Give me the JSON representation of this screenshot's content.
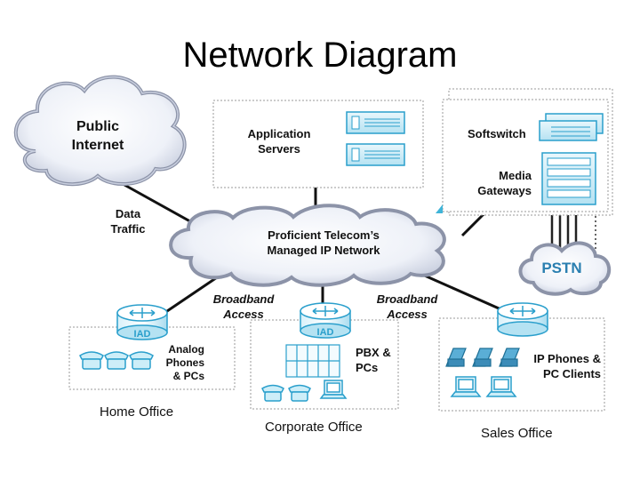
{
  "title": "Network Diagram",
  "internet": {
    "label": "Public\nInternet",
    "link_label": "Data\nTraffic"
  },
  "app_servers": {
    "label": "Application\nServers"
  },
  "softswitch": {
    "label": "Softswitch"
  },
  "media_gateways": {
    "label": "Media\nGateways"
  },
  "pstn": {
    "label": "PSTN"
  },
  "core": {
    "label": "Proficient Telecom’s\nManaged IP Network"
  },
  "links": {
    "broadband_left": "Broadband\nAccess",
    "broadband_right": "Broadband\nAccess"
  },
  "home_office": {
    "device": "IAD",
    "devices_label": "Analog\nPhones\n& PCs",
    "name": "Home Office"
  },
  "corporate_office": {
    "device": "IAD",
    "devices_label": "PBX &\nPCs",
    "name": "Corporate Office"
  },
  "sales_office": {
    "devices_label": "IP Phones &\nPC Clients",
    "name": "Sales Office"
  },
  "colors": {
    "accent": "#3fb4d8",
    "line": "#111111",
    "cloud_fill": "#eef1f8",
    "box_border": "#9a9a9a"
  }
}
